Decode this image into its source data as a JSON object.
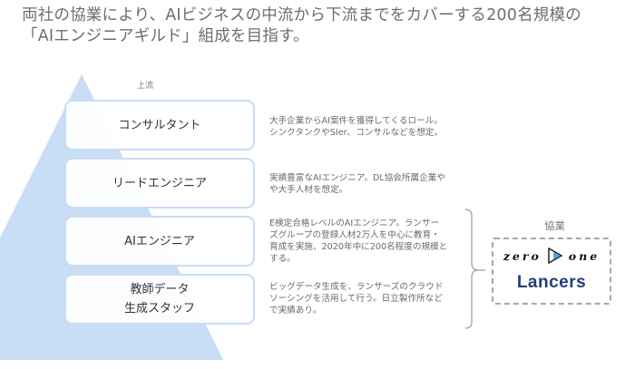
{
  "title": {
    "line1": "両社の協業により、AIビジネスの中流から下流までをカバーする200名規模の",
    "line2": "「AIエンジニアギルド」組成を目指す。"
  },
  "pyramid": {
    "top_label": "上流",
    "fill_color": "#c9ddf5",
    "levels": [
      {
        "name": "コンサルタント",
        "description": "大手企業からAI案件を獲得してくるロール。\nシンクタンクやSIer、コンサルなどを想定。"
      },
      {
        "name": "リードエンジニア",
        "description": "実績豊富なAIエンジニア。DL協会所属企業や\nや大手人材を想定。"
      },
      {
        "name": "AIエンジニア",
        "description": "E検定合格レベルのAIエンジニア。ランサー\nズグループの登録人材2万人を中心に教育・\n育成を実施、2020年中に200名程度の規模と\nする。"
      },
      {
        "name_line1": "教師データ",
        "name_line2": "生成スタッフ",
        "description": "ビッグデータ生成を、ランサーズのクラウド\nソーシングを活用して行う。日立製作所など\nで実績あり。"
      }
    ]
  },
  "collaboration": {
    "label": "協業",
    "partners": {
      "zero_one_left": "zero",
      "zero_one_right": "one",
      "lancers": "Lancers"
    },
    "colors": {
      "play_icon": "#4aa8d8",
      "lancers": "#1f3f7a",
      "dashed_border": "#a8a8a8"
    }
  }
}
